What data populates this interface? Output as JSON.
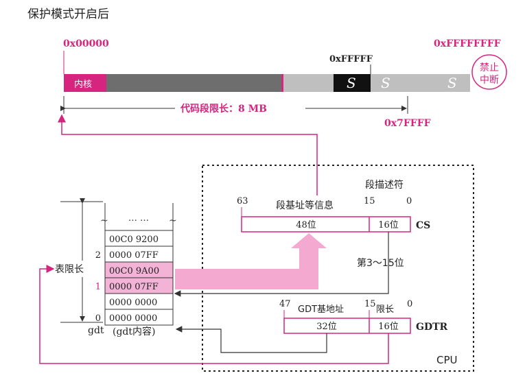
{
  "title": "保护模式开启后",
  "memory_bar": {
    "addr_start": "0x00000",
    "addr_end": "0xFFFFFFFF",
    "addr_ffff": "0xFFFFF",
    "addr_7ffff": "0x7FFFF",
    "kernel_label": "内核",
    "break_glyph": "S",
    "limit_label": "代码段限长：8 MB",
    "interrupt_line1": "禁止",
    "interrupt_line2": "中断"
  },
  "cpu": {
    "label": "CPU",
    "cs": {
      "name": "CS",
      "top_label": "段描述符",
      "field_label": "段基址等信息",
      "bit63": "63",
      "bit15": "15",
      "bit0": "0",
      "left_cell": "48位",
      "right_cell": "16位"
    },
    "selector_bits": "第3～15位",
    "gdtr": {
      "name": "GDTR",
      "bit47": "47",
      "bit15": "15",
      "bit0": "0",
      "base_label": "GDT基地址",
      "limit_label": "限长",
      "left_cell": "32位",
      "right_cell": "16位"
    }
  },
  "gdt": {
    "ellipsis": "… …",
    "break_mark": "~",
    "rows": [
      {
        "value": "00C0 9200",
        "index": "",
        "highlight": false
      },
      {
        "value": "0000 07FF",
        "index": "2",
        "highlight": false
      },
      {
        "value": "00C0 9A00",
        "index": "",
        "highlight": true
      },
      {
        "value": "0000 07FF",
        "index": "1",
        "highlight": true
      },
      {
        "value": "0000 0000",
        "index": "",
        "highlight": false
      },
      {
        "value": "0000 0000",
        "index": "0",
        "highlight": false
      }
    ],
    "table_limit_label": "表限长",
    "gdt_label": "gdt",
    "content_label": "(gdt内容)"
  },
  "colors": {
    "accent": "#d6257e",
    "highlight": "#f2b3d6",
    "arrow_fill": "#f3a9d0",
    "bar_dark": "#6e6e6e",
    "bar_light": "#bfbfbf",
    "text": "#222222"
  }
}
